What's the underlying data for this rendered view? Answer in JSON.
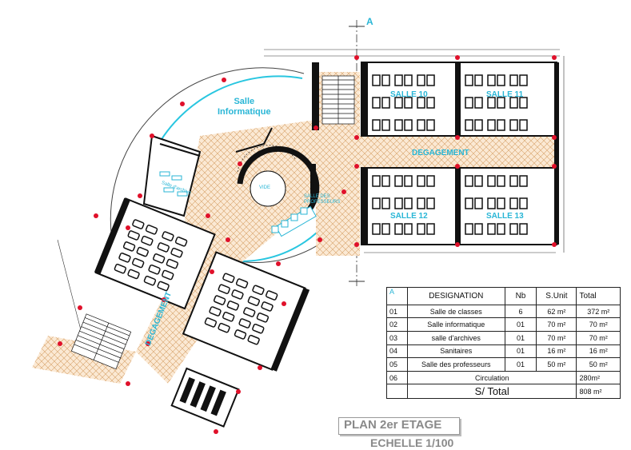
{
  "plan": {
    "section_marker_top": "A",
    "section_marker_legend": "A",
    "rooms": {
      "salle_10": "SALLE 10",
      "salle_11": "SALLE 11",
      "salle_12": "SALLE 12",
      "salle_13": "SALLE 13",
      "degagement_top": "DEGAGEMENT",
      "degagement_left": "DEGAGEMENT",
      "salle_informatique": "Salle\nInformatique",
      "vide": "VIDE",
      "salle_professeurs": "SALLE DES\nPROFESSEURS",
      "salle_archives": "Salle d'archive"
    }
  },
  "legend": {
    "headers": [
      "DESIGNATION",
      "Nb",
      "S.Unit",
      "Total"
    ],
    "rows": [
      {
        "num": "01",
        "designation": "Salle de  classes",
        "nb": "6",
        "sunit": "62 m²",
        "total": "372 m²"
      },
      {
        "num": "02",
        "designation": "Salle informatique",
        "nb": "01",
        "sunit": "70 m²",
        "total": "70 m²"
      },
      {
        "num": "03",
        "designation": "salle d'archives",
        "nb": "01",
        "sunit": "70 m²",
        "total": "70 m²"
      },
      {
        "num": "04",
        "designation": "Sanitaires",
        "nb": "01",
        "sunit": "16 m²",
        "total": "16 m²"
      },
      {
        "num": "05",
        "designation": "Salle des professeurs",
        "nb": "01",
        "sunit": "50 m²",
        "total": "50 m²"
      }
    ],
    "circulation": {
      "num": "06",
      "label": "Circulation",
      "total": "280m²"
    },
    "subtotal": {
      "label": "S/ Total",
      "total": "808 m²"
    }
  },
  "title": {
    "plan_title": "PLAN 2er ETAGE",
    "scale": "ECHELLE 1/100"
  }
}
